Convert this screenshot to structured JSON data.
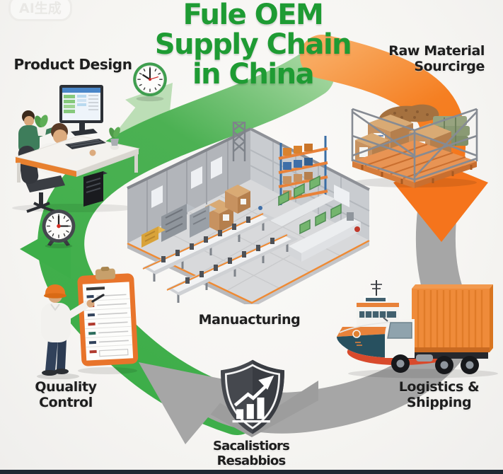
{
  "watermark": {
    "label": "AI生成"
  },
  "title": {
    "line1": "Fule OEM",
    "line2": "Supply Chain",
    "line3": "in China"
  },
  "stages": {
    "product_design": {
      "label": "Product Design"
    },
    "raw_material_sourcing": {
      "line1": "Raw Material",
      "line2": "Sourcirge"
    },
    "manufacturing": {
      "label": "Manuacturing"
    },
    "quality_control": {
      "line1": "Quuality",
      "line2": "Control"
    },
    "logistics_shipping": {
      "line1": "Logistics &",
      "line2": "Shipping"
    },
    "sales_results": {
      "line1": "Sacalistiors",
      "line2": "Resabbios"
    }
  },
  "icons": {
    "clock_top": "analog-clock",
    "clock_left": "alarm-clock",
    "shield_badge": "growth-chart-shield"
  },
  "colors": {
    "title_green": "#1e9b33",
    "arrow_green": "#3dae49",
    "arrow_green_light": "#b6dbb0",
    "arrow_orange": "#f5791f",
    "arrow_gray": "#a6a6a6",
    "accent_orange": "#e8823a",
    "label_text": "#1e1e1e",
    "background": "#f6f5f2",
    "bottom_bar": "#202833"
  }
}
